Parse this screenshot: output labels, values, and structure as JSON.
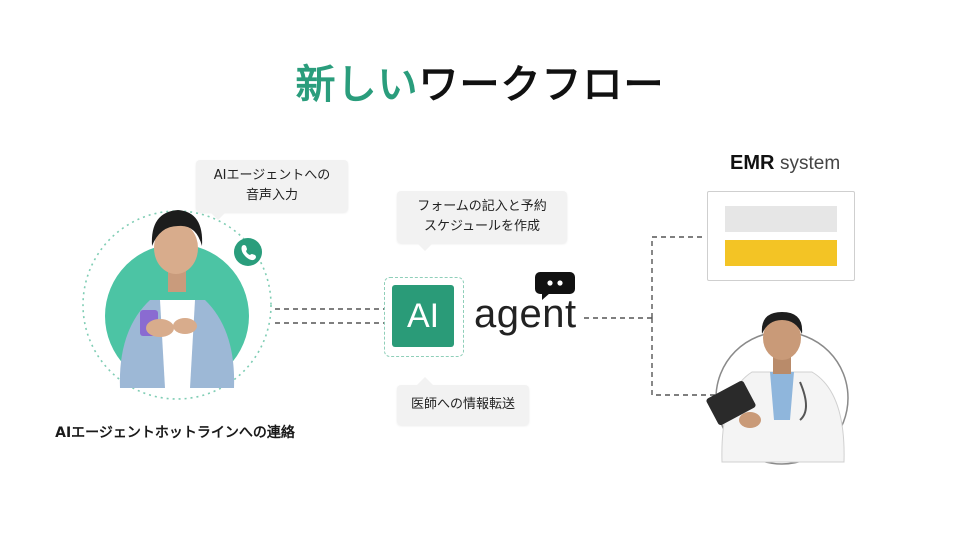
{
  "title": {
    "accent": "新しい",
    "rest": "ワークフロー"
  },
  "caller": {
    "bubble_line1": "AIエージェントへの",
    "bubble_line2": "音声入力",
    "label": "AIエージェントホットラインへの連絡"
  },
  "ai": {
    "box_text": "AI",
    "word": "agent",
    "bubble_top_line1": "フォームの記入と予約",
    "bubble_top_line2": "スケジュールを作成",
    "bubble_bottom": "医師への情報転送"
  },
  "emr": {
    "label_bold": "EMR",
    "label_rest": "system"
  },
  "colors": {
    "accent": "#2a9d7c",
    "ai_box": "#2a9b78",
    "emr_highlight": "#f3c425",
    "caller_circle": "#4cc4a4"
  },
  "icons": [
    "phone-icon",
    "chat-bubble-icon"
  ]
}
